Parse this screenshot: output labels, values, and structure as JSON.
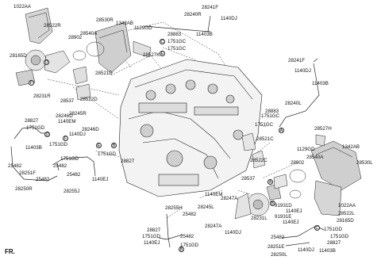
{
  "diagram": {
    "part_labels": [
      "1022AA",
      "28522R",
      "28165D",
      "28530R",
      "28540A",
      "1342AB",
      "28902",
      "1129GD",
      "28883",
      "1751GC",
      "1751GC",
      "28527K",
      "28241F",
      "28240R",
      "1140DJ",
      "11403B",
      "28521D",
      "28231R",
      "28537",
      "28522D",
      "28246D",
      "28245R",
      "1140EM",
      "28246D",
      "1140DJ",
      "28827",
      "1751GD",
      "1751GD",
      "11403B",
      "25482",
      "28251F",
      "25482",
      "28250R",
      "1751GD",
      "25482",
      "25482",
      "28255J",
      "1140EJ",
      "1751GD",
      "28827",
      "28241F",
      "1140DJ",
      "11403B",
      "28240L",
      "28883",
      "1751GC",
      "1751GC",
      "28521C",
      "28527H",
      "1129GD",
      "1342AB",
      "28540A",
      "28530L",
      "28902",
      "28522C",
      "28537",
      "1140EM",
      "28247A",
      "28245L",
      "28247A",
      "1140DJ",
      "91931D",
      "1140EJ",
      "91931E",
      "1140EJ",
      "28231L",
      "1022AA",
      "28522L",
      "28165D",
      "28255H",
      "25482",
      "28827",
      "1751GD",
      "1140EJ",
      "25482",
      "1751GD",
      "25482",
      "28251E",
      "28250L",
      "1751GD",
      "1751GD",
      "28827",
      "11403B",
      "1140DJ"
    ],
    "markers": [
      "D",
      "F",
      "C",
      "E",
      "D",
      "F",
      "E",
      "B",
      "A",
      "A",
      "B",
      "C",
      "B"
    ],
    "fr_label": "FR."
  }
}
